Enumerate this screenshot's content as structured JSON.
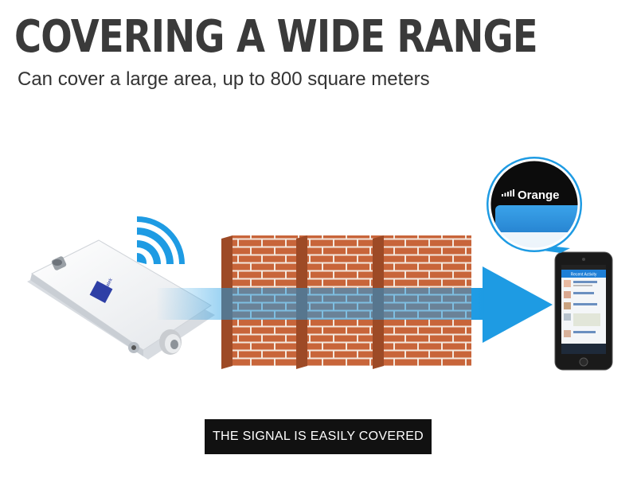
{
  "header": {
    "title": "COVERING A WIDE RANGE",
    "subtitle": "Can cover a large area, up to 800 square meters"
  },
  "phone": {
    "carrier": "Orange",
    "app_header": "Recent Activity"
  },
  "device": {
    "brand": "lintratek"
  },
  "caption": "THE SIGNAL IS EASILY COVERED",
  "colors": {
    "brick": "#c8653a",
    "mortar": "#f3e8de",
    "signal_blue": "#1e9be3",
    "caption_bg": "#111111"
  },
  "icons": [
    "wifi-signal-icon",
    "signal-arrow-icon",
    "brick-wall-icon",
    "signal-booster-icon",
    "smartphone-icon",
    "magnifier-icon"
  ]
}
